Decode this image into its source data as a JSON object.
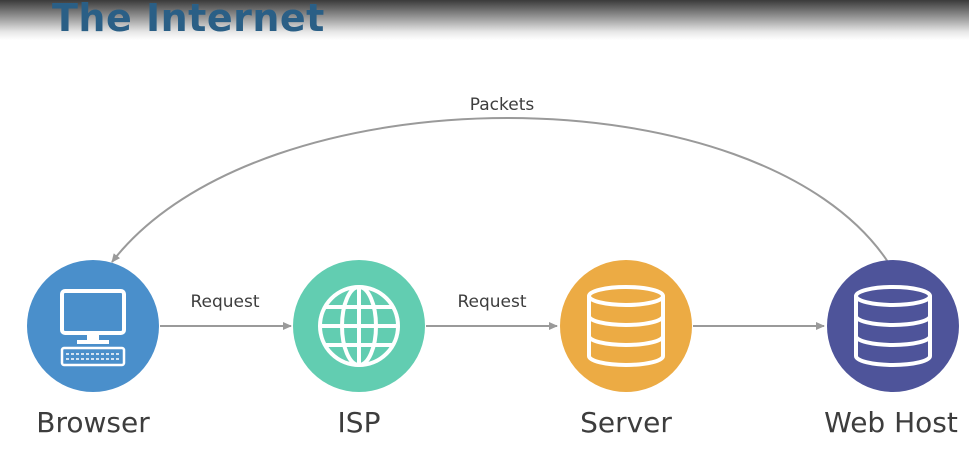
{
  "title": "The Internet",
  "nodes": [
    {
      "label": "Browser",
      "icon": "computer-icon",
      "color": "#4a8fcb"
    },
    {
      "label": "ISP",
      "icon": "globe-icon",
      "color": "#62cdb1"
    },
    {
      "label": "Server",
      "icon": "database-icon",
      "color": "#ecab44"
    },
    {
      "label": "Web Host",
      "icon": "database-icon",
      "color": "#4e549a"
    }
  ],
  "edges": [
    {
      "from": "Browser",
      "to": "ISP",
      "label": "Request"
    },
    {
      "from": "ISP",
      "to": "Server",
      "label": "Request"
    },
    {
      "from": "Server",
      "to": "Web Host",
      "label": ""
    },
    {
      "from": "Web Host",
      "to": "Browser",
      "label": "Packets"
    }
  ],
  "colors": {
    "title": "#2a5f86",
    "arrow": "#9a9a9a",
    "text": "#3d3d3d"
  }
}
